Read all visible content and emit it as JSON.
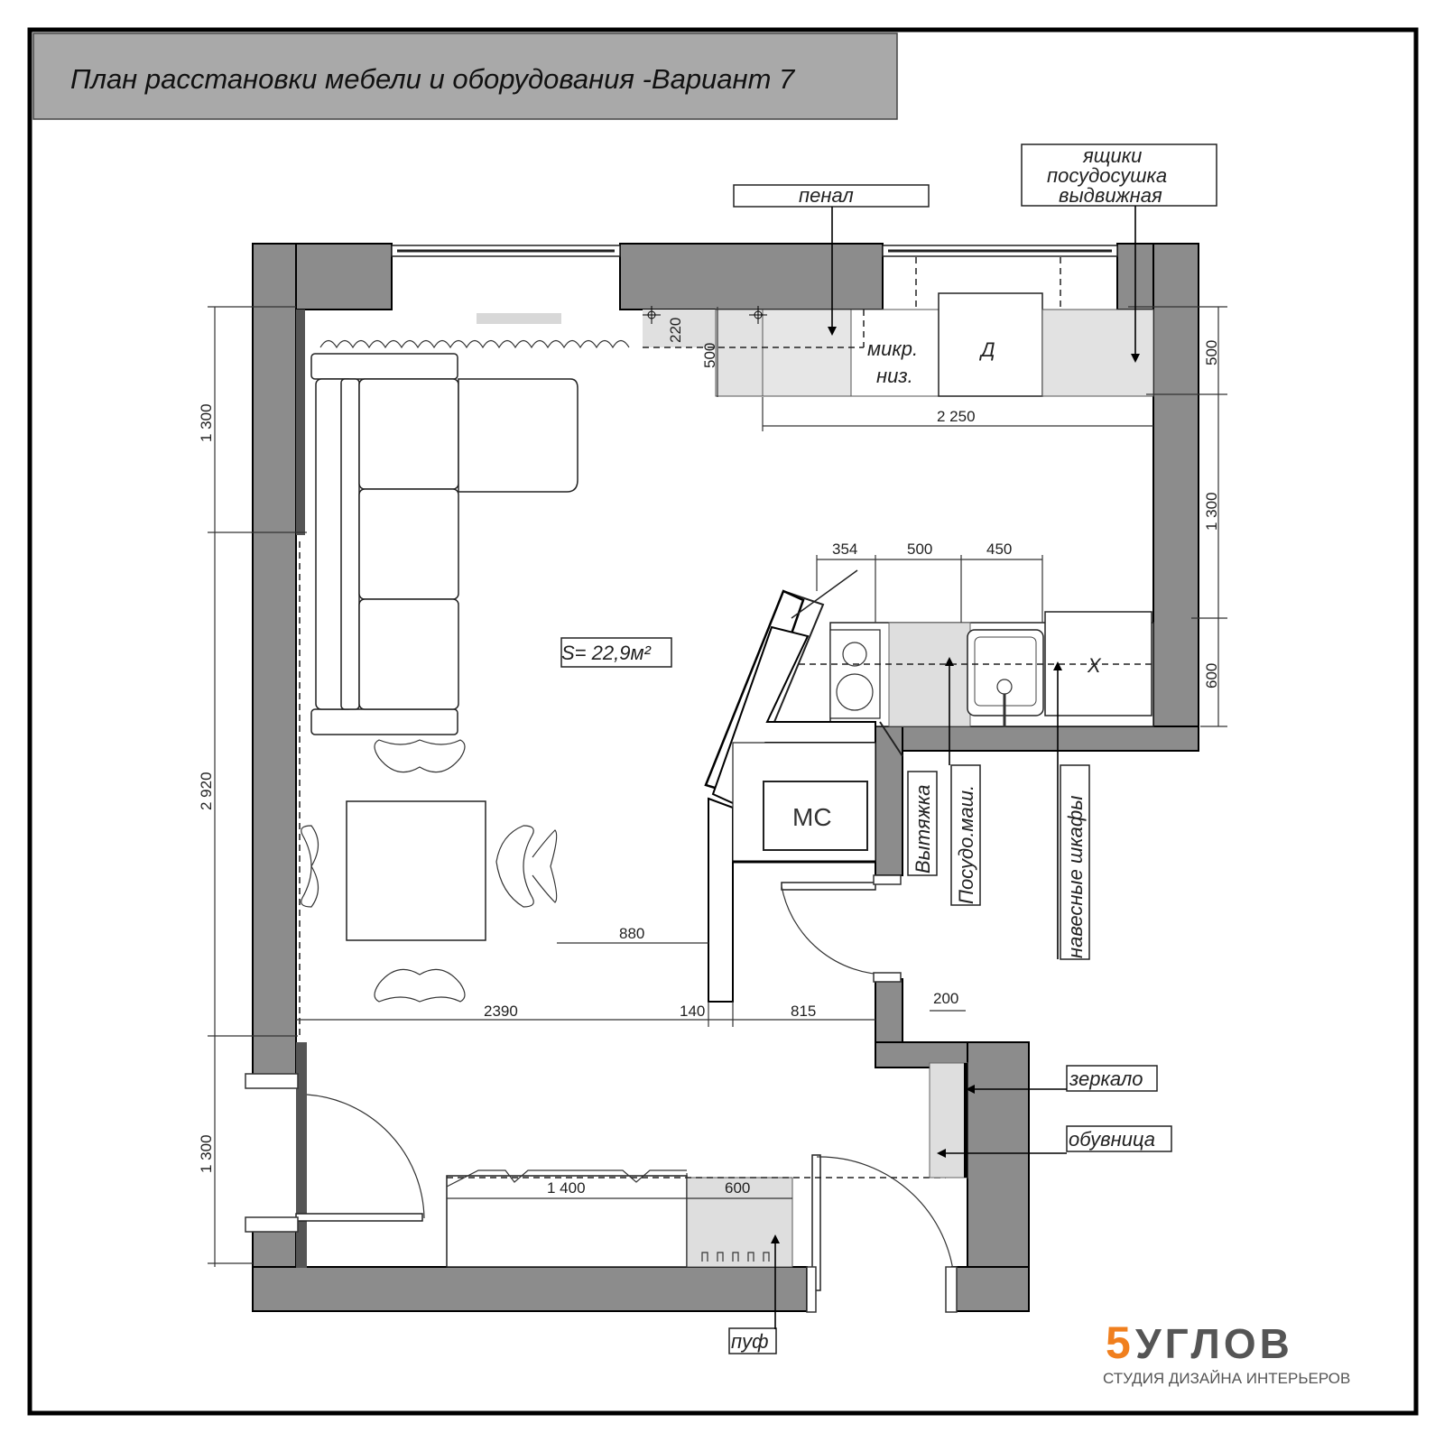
{
  "title": "План расстановки мебели и оборудования -Вариант 7",
  "area_label": "S= 22,9м²",
  "labels": {
    "penal": "пенал",
    "drawers_line1": "ящики",
    "drawers_line2": "посудосушка",
    "drawers_line3": "выдвижная",
    "micro_line1": "микр.",
    "micro_line2": "низ.",
    "fridge": "Д",
    "sink_x": "Х",
    "washer": "МС",
    "hood": "Вытяжка",
    "dishwasher": "Посудо.маш.",
    "wall_cabinets": "навесные шкафы",
    "mirror": "зеркало",
    "shoe_rack": "обувница",
    "pouf": "пуф"
  },
  "dimensions": {
    "left_top": "1 300",
    "left_mid": "2 920",
    "left_bottom": "1 300",
    "right_top": "500",
    "right_mid": "1 300",
    "right_bottom": "600",
    "kitchen_500": "500",
    "kitchen_220": "220",
    "kitchen_width": "2 250",
    "d354": "354",
    "d500": "500",
    "d450": "450",
    "d880": "880",
    "d2390": "2390",
    "d140": "140",
    "d815": "815",
    "d200": "200",
    "d1400": "1 400",
    "d600": "600"
  },
  "logo": {
    "brand": "5УГЛОВ",
    "tagline": "СТУДИЯ ДИЗАЙНА ИНТЕРЬЕРОВ",
    "accent_color": "#f07f1e",
    "text_color": "#555555"
  },
  "colors": {
    "wall": "#8c8c8c",
    "title_band": "#a9a9a9",
    "light_fill": "#dcdcdc"
  }
}
